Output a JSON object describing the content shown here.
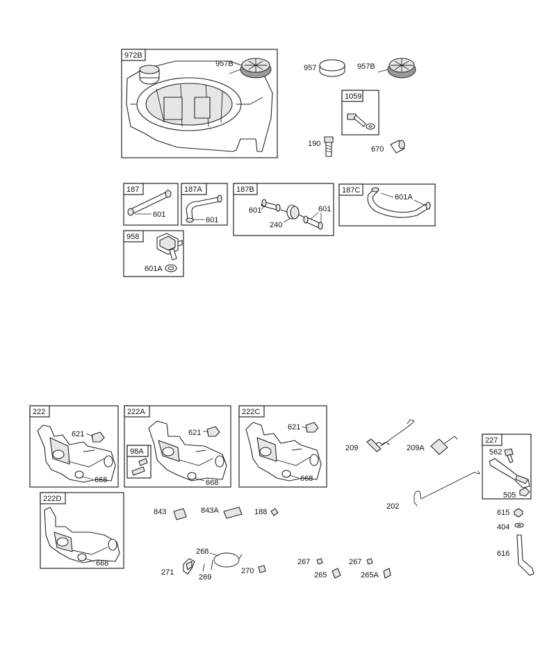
{
  "boxes": {
    "b972B": "972B",
    "b1059": "1059",
    "b187": "187",
    "b187A": "187A",
    "b187B": "187B",
    "b187C": "187C",
    "b958": "958",
    "b222": "222",
    "b222A": "222A",
    "b98A": "98A",
    "b222C": "222C",
    "b222D": "222D",
    "b227": "227"
  },
  "labels": {
    "l957B_a": "957B",
    "l957": "957",
    "l957B_b": "957B",
    "l190": "190",
    "l670": "670",
    "l601_187": "601",
    "l601_187A": "601",
    "l601_187B_a": "601",
    "l601_187B_b": "601",
    "l240": "240",
    "l601A_187C": "601A",
    "l601A_958": "601A",
    "l621_222": "621",
    "l668_222": "668",
    "l621_222A": "621",
    "l668_222A": "668",
    "l621_222C": "621",
    "l668_222C": "668",
    "l668_222D": "668",
    "l209": "209",
    "l209A": "209A",
    "l562": "562",
    "l505": "505",
    "l202": "202",
    "l843": "843",
    "l843A": "843A",
    "l188": "188",
    "l268": "268",
    "l271": "271",
    "l269": "269",
    "l270": "270",
    "l267_a": "267",
    "l265": "265",
    "l267_b": "267",
    "l265A": "265A",
    "l615": "615",
    "l404": "404",
    "l616": "616"
  }
}
